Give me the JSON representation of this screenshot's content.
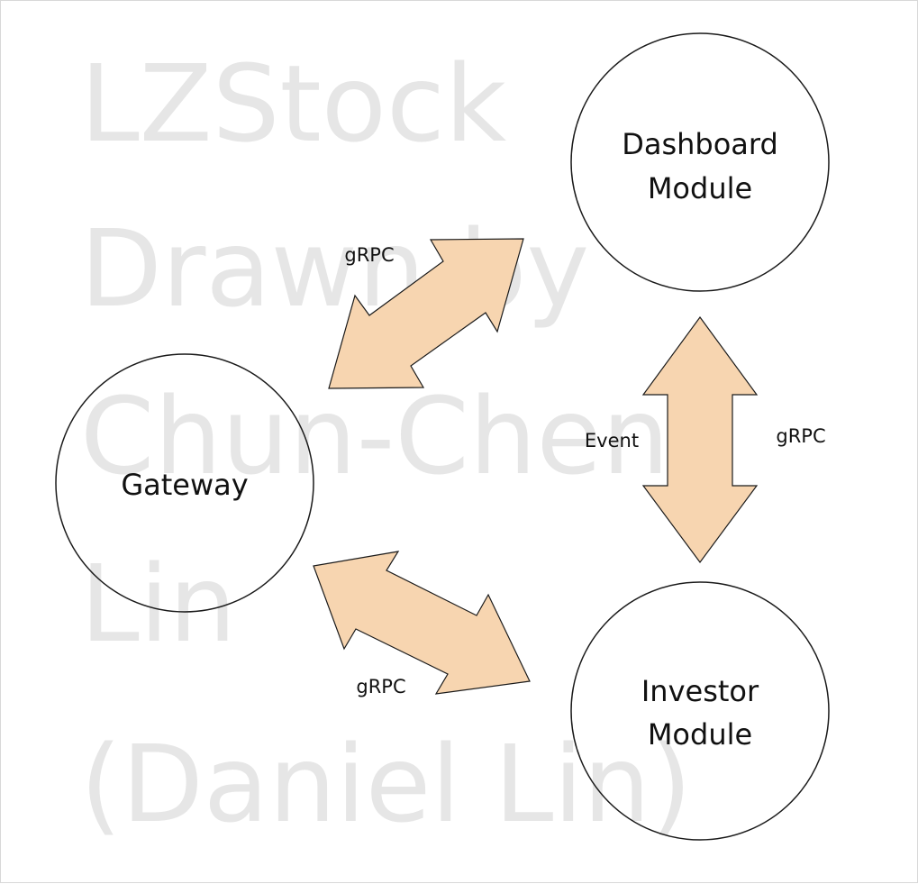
{
  "watermark": {
    "lines": [
      "LZStock",
      "Drawn by",
      "Chun-Cheng",
      "Lin",
      "(Daniel Lin)"
    ]
  },
  "nodes": {
    "gateway": {
      "label": "Gateway"
    },
    "dashboard": {
      "lines": [
        "Dashboard",
        "Module"
      ]
    },
    "investor": {
      "lines": [
        "Investor",
        "Module"
      ]
    }
  },
  "edges": {
    "gateway_dashboard": {
      "label": "gRPC"
    },
    "gateway_investor": {
      "label": "gRPC"
    },
    "dashboard_investor": {
      "label_left": "Event",
      "label_right": "gRPC"
    }
  },
  "colors": {
    "arrow_fill": "#f7d5b0",
    "stroke": "#1a1a1a",
    "watermark": "#e6e6e6"
  }
}
